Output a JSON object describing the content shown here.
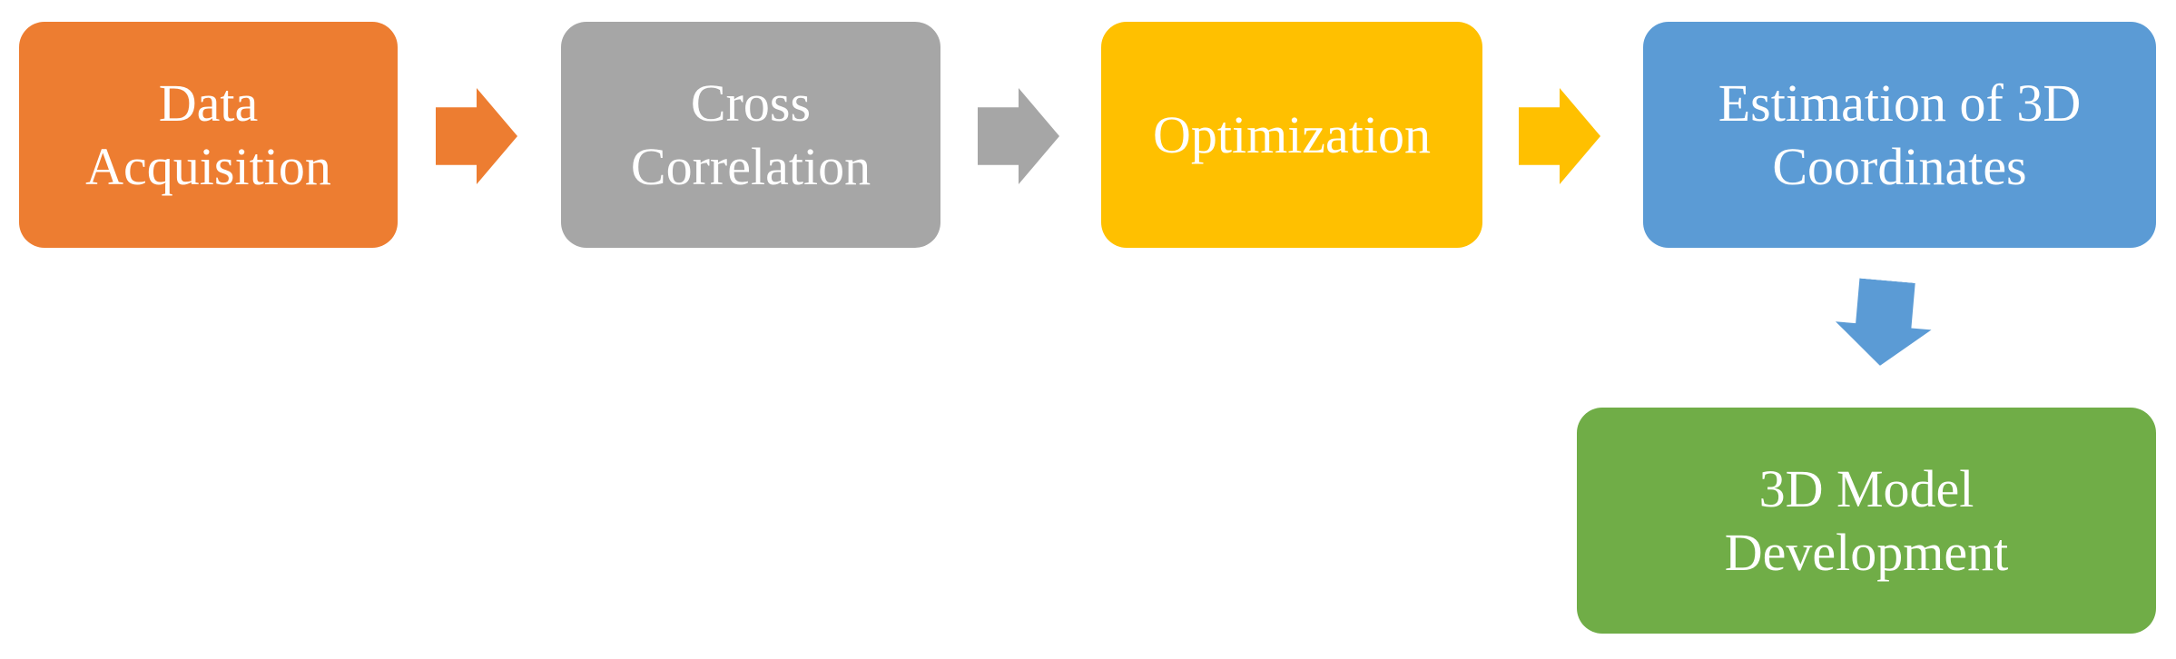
{
  "diagram": {
    "type": "flowchart",
    "background_color": "#FFFFFF",
    "text_color": "#FFFFFF",
    "nodes": [
      {
        "id": "data-acquisition",
        "label": "Data\nAcquisition",
        "color": "#ED7D31"
      },
      {
        "id": "cross-correlation",
        "label": "Cross\nCorrelation",
        "color": "#A6A6A6"
      },
      {
        "id": "optimization",
        "label": "Optimization",
        "color": "#FFC000"
      },
      {
        "id": "estimation-3d-coordinates",
        "label": "Estimation of 3D\nCoordinates",
        "color": "#5B9BD5"
      },
      {
        "id": "3d-model-development",
        "label": "3D Model\nDevelopment",
        "color": "#70AD47"
      }
    ],
    "edges": [
      {
        "from": "data-acquisition",
        "to": "cross-correlation",
        "direction": "right",
        "color": "#ED7D31"
      },
      {
        "from": "cross-correlation",
        "to": "optimization",
        "direction": "right",
        "color": "#A6A6A6"
      },
      {
        "from": "optimization",
        "to": "estimation-3d-coordinates",
        "direction": "right",
        "color": "#FFC000"
      },
      {
        "from": "estimation-3d-coordinates",
        "to": "3d-model-development",
        "direction": "down",
        "color": "#5B9BD5"
      }
    ]
  }
}
